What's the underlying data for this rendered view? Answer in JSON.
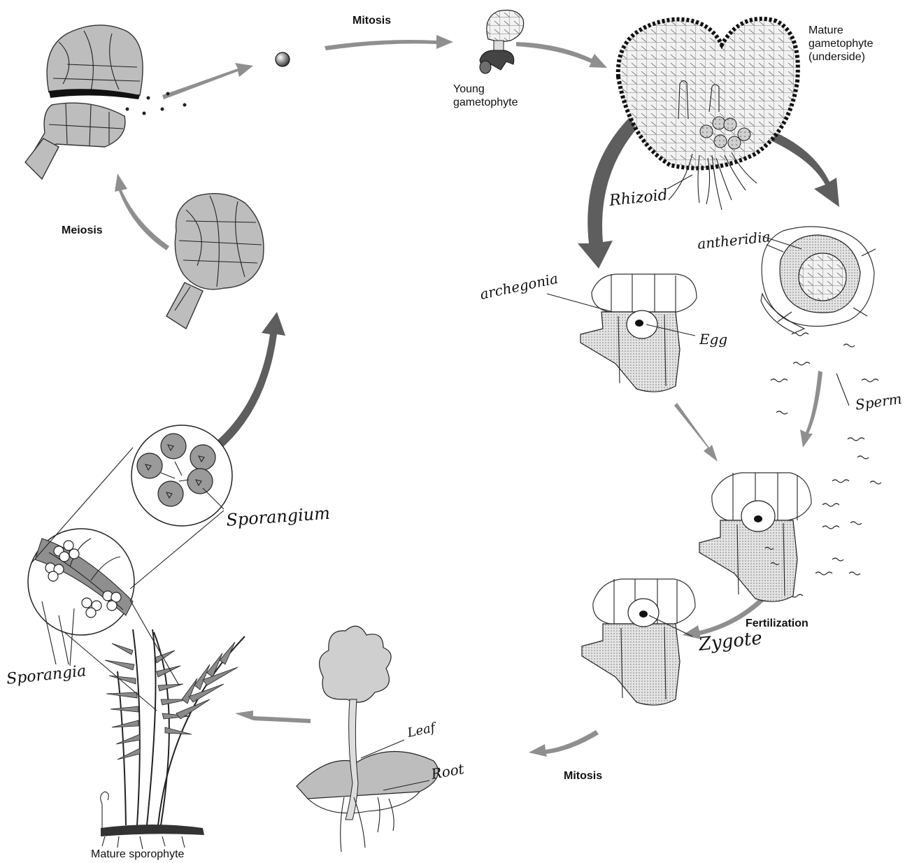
{
  "stages": {
    "young_gametophyte": "Young\ngametophyte",
    "mature_gametophyte": "Mature\ngametophyte\n(underside)",
    "mature_sporophyte": "Mature sporophyte"
  },
  "processes": {
    "mitosis_top": "Mitosis",
    "meiosis": "Meiosis",
    "fertilization": "Fertilization",
    "mitosis_bottom": "Mitosis"
  },
  "handwritten": {
    "rhizoid": "Rhizoid",
    "antheridia": "antheridia",
    "archegonia": "archegonia",
    "egg": "Egg",
    "sperm": "Sperm",
    "sporangium": "Sporangium",
    "sporangia": "Sporangia",
    "zygote": "Zygote",
    "leaf": "Leaf",
    "root": "Root"
  }
}
